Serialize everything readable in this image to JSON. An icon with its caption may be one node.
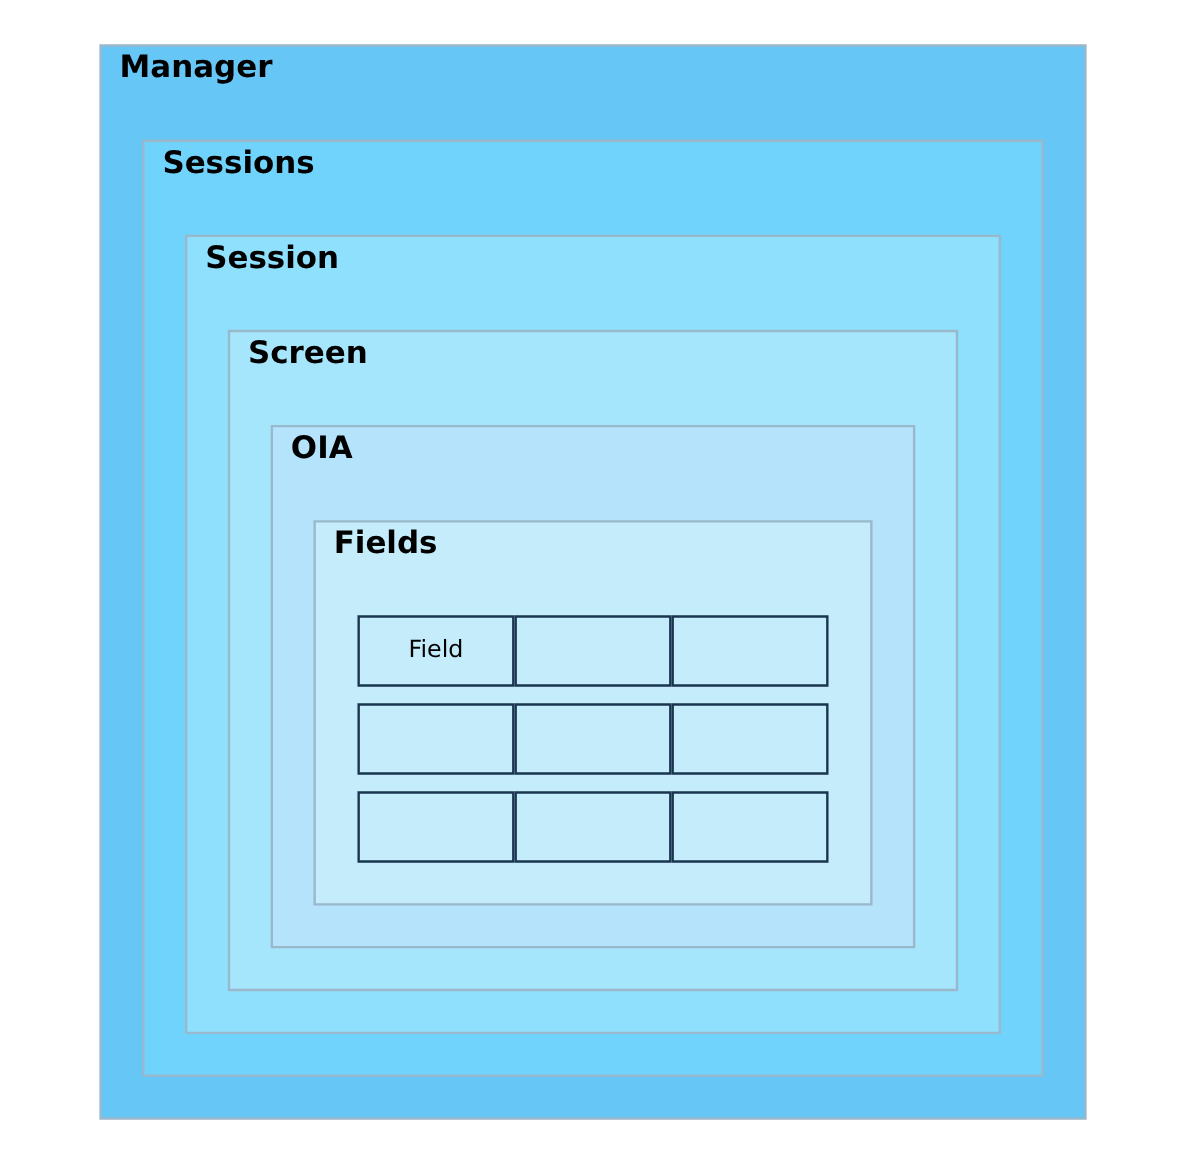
{
  "diagram": {
    "nodes": [
      {
        "text": [
          "Manager"
        ]
      },
      {
        "text": [
          "Sessions"
        ],
        "in": 0
      },
      {
        "text": [
          "Session"
        ],
        "in": 1
      },
      {
        "text": [
          "Screen"
        ],
        "in": 2
      },
      {
        "text": [
          "OIA"
        ],
        "in": 3
      },
      {
        "text": [
          "Fields"
        ],
        "in": 4
      },
      {
        "text": [
          "Field"
        ],
        "in": 5
      },
      {
        "text": [],
        "shape": "box",
        "in": 5
      },
      {
        "text": [],
        "shape": "box",
        "in": 5
      },
      {
        "text": [],
        "shape": "box",
        "in": 5
      },
      {
        "text": [],
        "shape": "box",
        "in": 5
      },
      {
        "text": [],
        "shape": "box",
        "in": 5
      },
      {
        "text": [],
        "shape": "box",
        "in": 5
      },
      {
        "text": [],
        "shape": "box",
        "in": 5
      },
      {
        "text": [],
        "shape": "box",
        "in": 5
      }
    ],
    "edges": []
  }
}
